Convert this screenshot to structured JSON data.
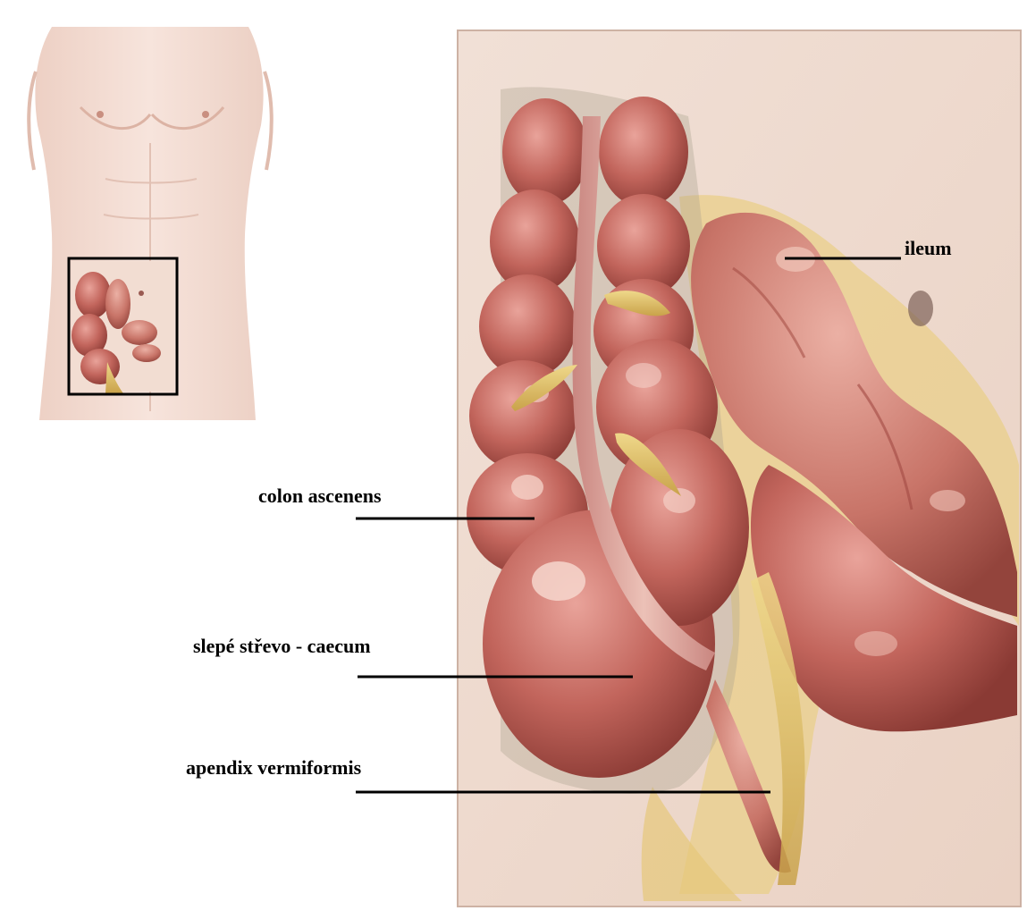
{
  "labels": {
    "ileum": "ileum",
    "colon_ascendens": "colon ascenens",
    "caecum": "slepé střevo - caecum",
    "appendix": "apendix vermiformis"
  },
  "colors": {
    "skin": "#f3d9cf",
    "background_panel": "#efd8cb",
    "intestine": "#c0625a",
    "intestine_dark": "#8e3b36",
    "fat": "#e3c46a",
    "leader_line": "#000000",
    "frame": "#000000"
  }
}
